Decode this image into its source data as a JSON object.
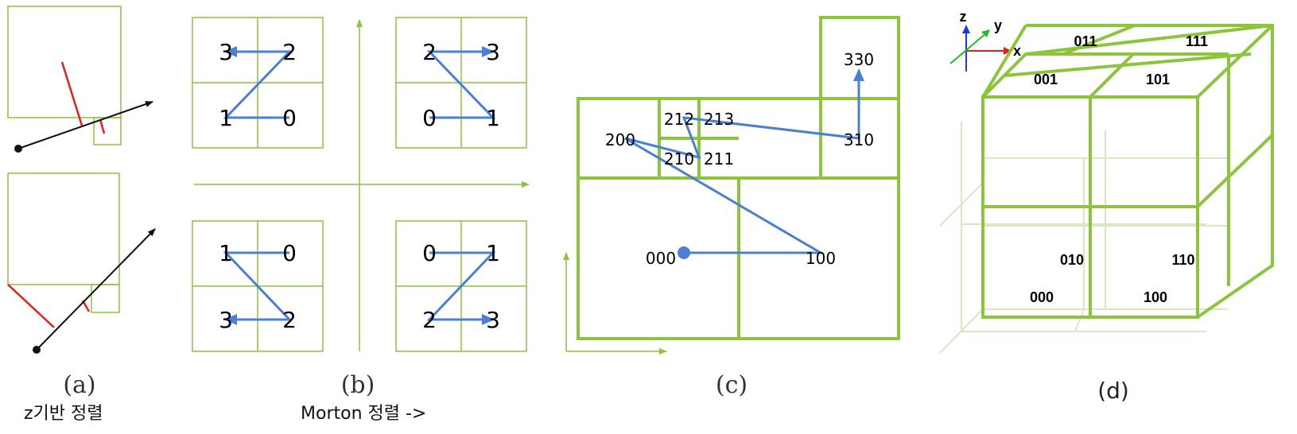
{
  "panel_a": {
    "label": "(a)",
    "caption": "z기반 정렬"
  },
  "panel_b": {
    "label": "(b)",
    "caption": "Morton 정렬 ->",
    "quadrant_tl": {
      "tl": "3",
      "tr": "2",
      "bl": "1",
      "br": "0"
    },
    "quadrant_tr": {
      "tl": "2",
      "tr": "3",
      "bl": "0",
      "br": "1"
    },
    "quadrant_bl": {
      "tl": "1",
      "tr": "0",
      "bl": "3",
      "br": "2"
    },
    "quadrant_br": {
      "tl": "0",
      "tr": "1",
      "bl": "2",
      "br": "3"
    }
  },
  "panel_c": {
    "label": "(c)",
    "nodes": {
      "n330": "330",
      "n310": "310",
      "n212": "212",
      "n213": "213",
      "n210": "210",
      "n211": "211",
      "n200": "200",
      "n000": "000",
      "n100": "100"
    }
  },
  "panel_d": {
    "label": "(d)",
    "axes": {
      "z": "z",
      "y": "y",
      "x": "x"
    },
    "cells": {
      "c011": "011",
      "c111": "111",
      "c001": "001",
      "c101": "101",
      "c010": "010",
      "c110": "110",
      "c000": "000",
      "c100": "100"
    }
  },
  "colors": {
    "grid_green": "#8cc43c",
    "arrow_blue": "#4a7fd4",
    "ray_red": "#e3201b",
    "ray_black": "#111111"
  }
}
